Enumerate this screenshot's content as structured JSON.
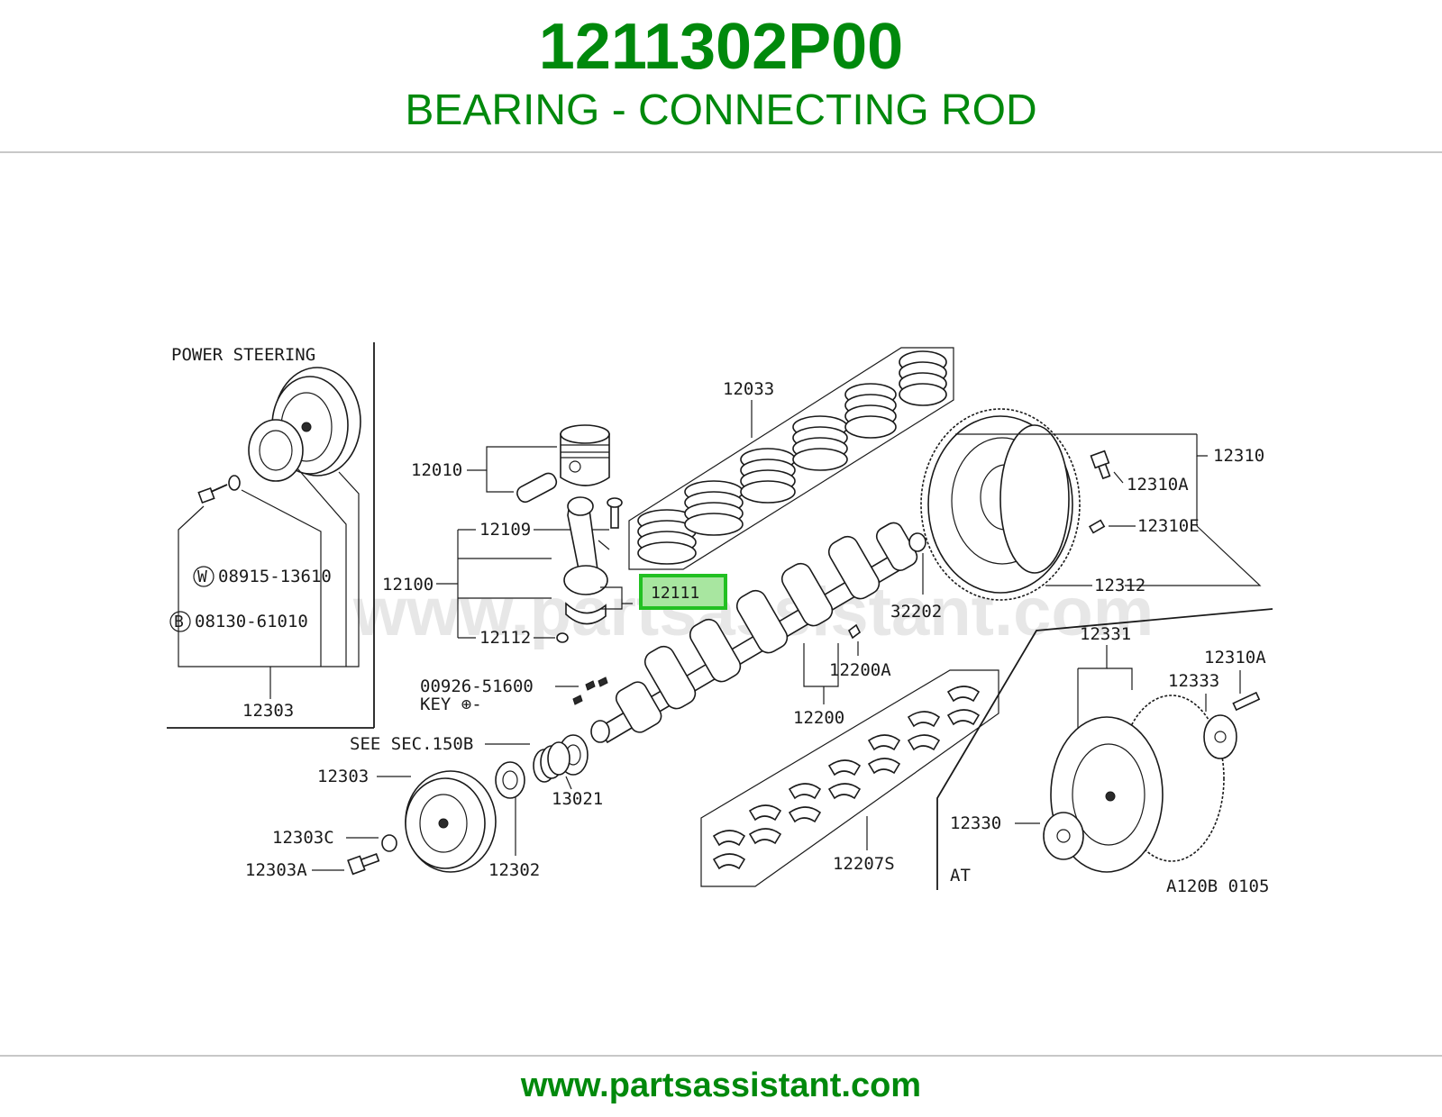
{
  "header": {
    "part_number": "1211302P00",
    "part_name": "BEARING - CONNECTING ROD"
  },
  "footer": {
    "url": "www.partsassistant.com"
  },
  "colors": {
    "brand_green": "#00890c",
    "highlight_fill": "#a8e6a0",
    "highlight_border": "#22c022"
  },
  "diagram": {
    "watermark": "www.partsassistant.com",
    "section_labels": {
      "power_steering": "POWER STEERING",
      "at": "AT",
      "see_sec": "SEE SEC.150B",
      "key": "KEY ⊕-",
      "diagram_code": "A120B 0105"
    },
    "highlighted_part": "12111",
    "callouts": {
      "p12033": "12033",
      "p12010": "12010",
      "p12109": "12109",
      "p12100": "12100",
      "p12112": "12112",
      "p12310": "12310",
      "p12310A": "12310A",
      "p12310E": "12310E",
      "p12312": "12312",
      "p32202": "32202",
      "p12200A": "12200A",
      "p12200": "12200",
      "p00926": "00926-51600",
      "p12303_left": "12303",
      "p12303": "12303",
      "p13021": "13021",
      "p12303C": "12303C",
      "p12303A": "12303A",
      "p12302": "12302",
      "p12207S": "12207S",
      "p12331": "12331",
      "p12310A_at": "12310A",
      "p12333": "12333",
      "p12330": "12330",
      "w_part": "08915-13610",
      "b_part": "08130-61010",
      "w_mark": "W",
      "b_mark": "B"
    }
  }
}
